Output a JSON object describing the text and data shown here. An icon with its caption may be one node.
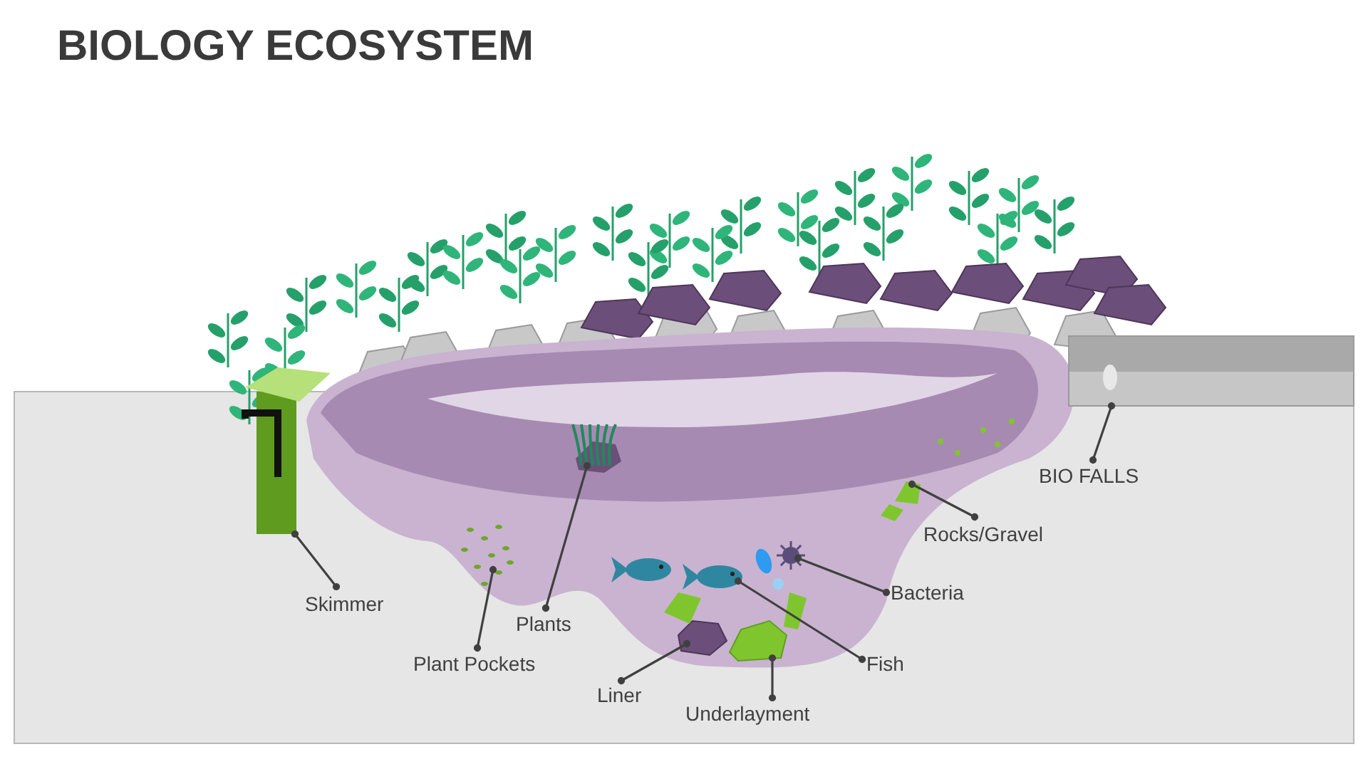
{
  "diagram": {
    "title": "BIOLOGY ECOSYSTEM",
    "nodes": [
      {
        "text": [
          "Skimmer"
        ]
      },
      {
        "text": [
          "Plant Pockets"
        ]
      },
      {
        "text": [
          "Plants"
        ]
      },
      {
        "text": [
          "Liner"
        ]
      },
      {
        "text": [
          "Underlayment"
        ]
      },
      {
        "text": [
          "Fish"
        ]
      },
      {
        "text": [
          "Bacteria"
        ]
      },
      {
        "text": [
          "Rocks/Gravel"
        ]
      },
      {
        "text": [
          "BIO FALLS"
        ]
      },
      {
        "text": [],
        "shape": "picture"
      },
      {
        "text": [],
        "shape": "picture"
      },
      {
        "text": [],
        "shape": "picture"
      },
      {
        "text": [],
        "shape": "picture"
      },
      {
        "text": [],
        "shape": "picture"
      },
      {
        "text": [],
        "shape": "picture"
      },
      {
        "text": [],
        "shape": "picture"
      },
      {
        "text": [],
        "shape": "picture"
      },
      {
        "text": [],
        "shape": "box"
      }
    ],
    "edges": [
      {
        "from": 0,
        "to": 9,
        "arrow": "other"
      },
      {
        "from": 1,
        "to": 10,
        "arrow": "other"
      },
      {
        "from": 2,
        "to": 11,
        "arrow": "other"
      },
      {
        "from": 3,
        "to": 12,
        "arrow": "other"
      },
      {
        "from": 4,
        "to": 13,
        "arrow": "other"
      },
      {
        "from": 5,
        "to": 14,
        "arrow": "other"
      },
      {
        "from": 6,
        "to": 15,
        "arrow": "other"
      },
      {
        "from": 7,
        "to": 16,
        "arrow": "other"
      },
      {
        "from": 8,
        "to": 17,
        "arrow": "other"
      }
    ]
  }
}
